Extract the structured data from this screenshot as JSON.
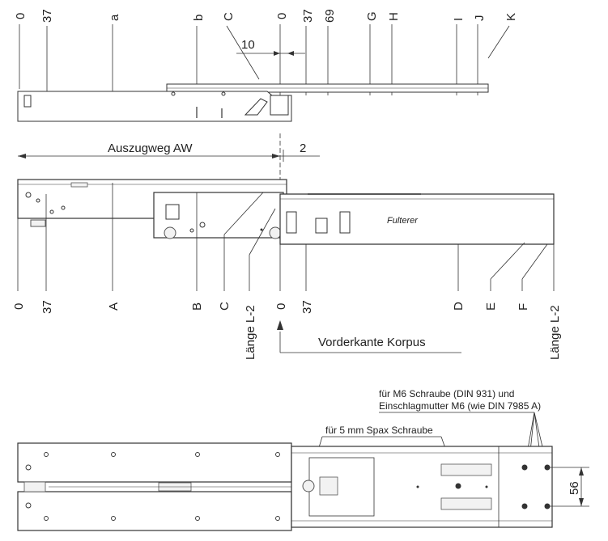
{
  "top_view": {
    "labels": [
      "0",
      "37",
      "a",
      "b",
      "C",
      "0",
      "37",
      "69",
      "G",
      "H",
      "I",
      "J",
      "K"
    ],
    "dim_10": "10"
  },
  "side_view": {
    "travel_label": "Auszugweg AW",
    "dim_2": "2",
    "bottom_labels": [
      "0",
      "37",
      "A",
      "B",
      "C",
      "Länge L-2",
      "0",
      "37",
      "D",
      "E",
      "F",
      "Länge L-2"
    ],
    "brand": "Fulterer",
    "front_edge": "Vorderkante Korpus"
  },
  "bottom_view": {
    "note_m6_line1": "für M6 Schraube (DIN 931) und",
    "note_m6_line2": "Einschlagmutter M6 (wie DIN 7985 A)",
    "note_spax": "für 5 mm Spax Schraube",
    "dim_56": "56"
  }
}
